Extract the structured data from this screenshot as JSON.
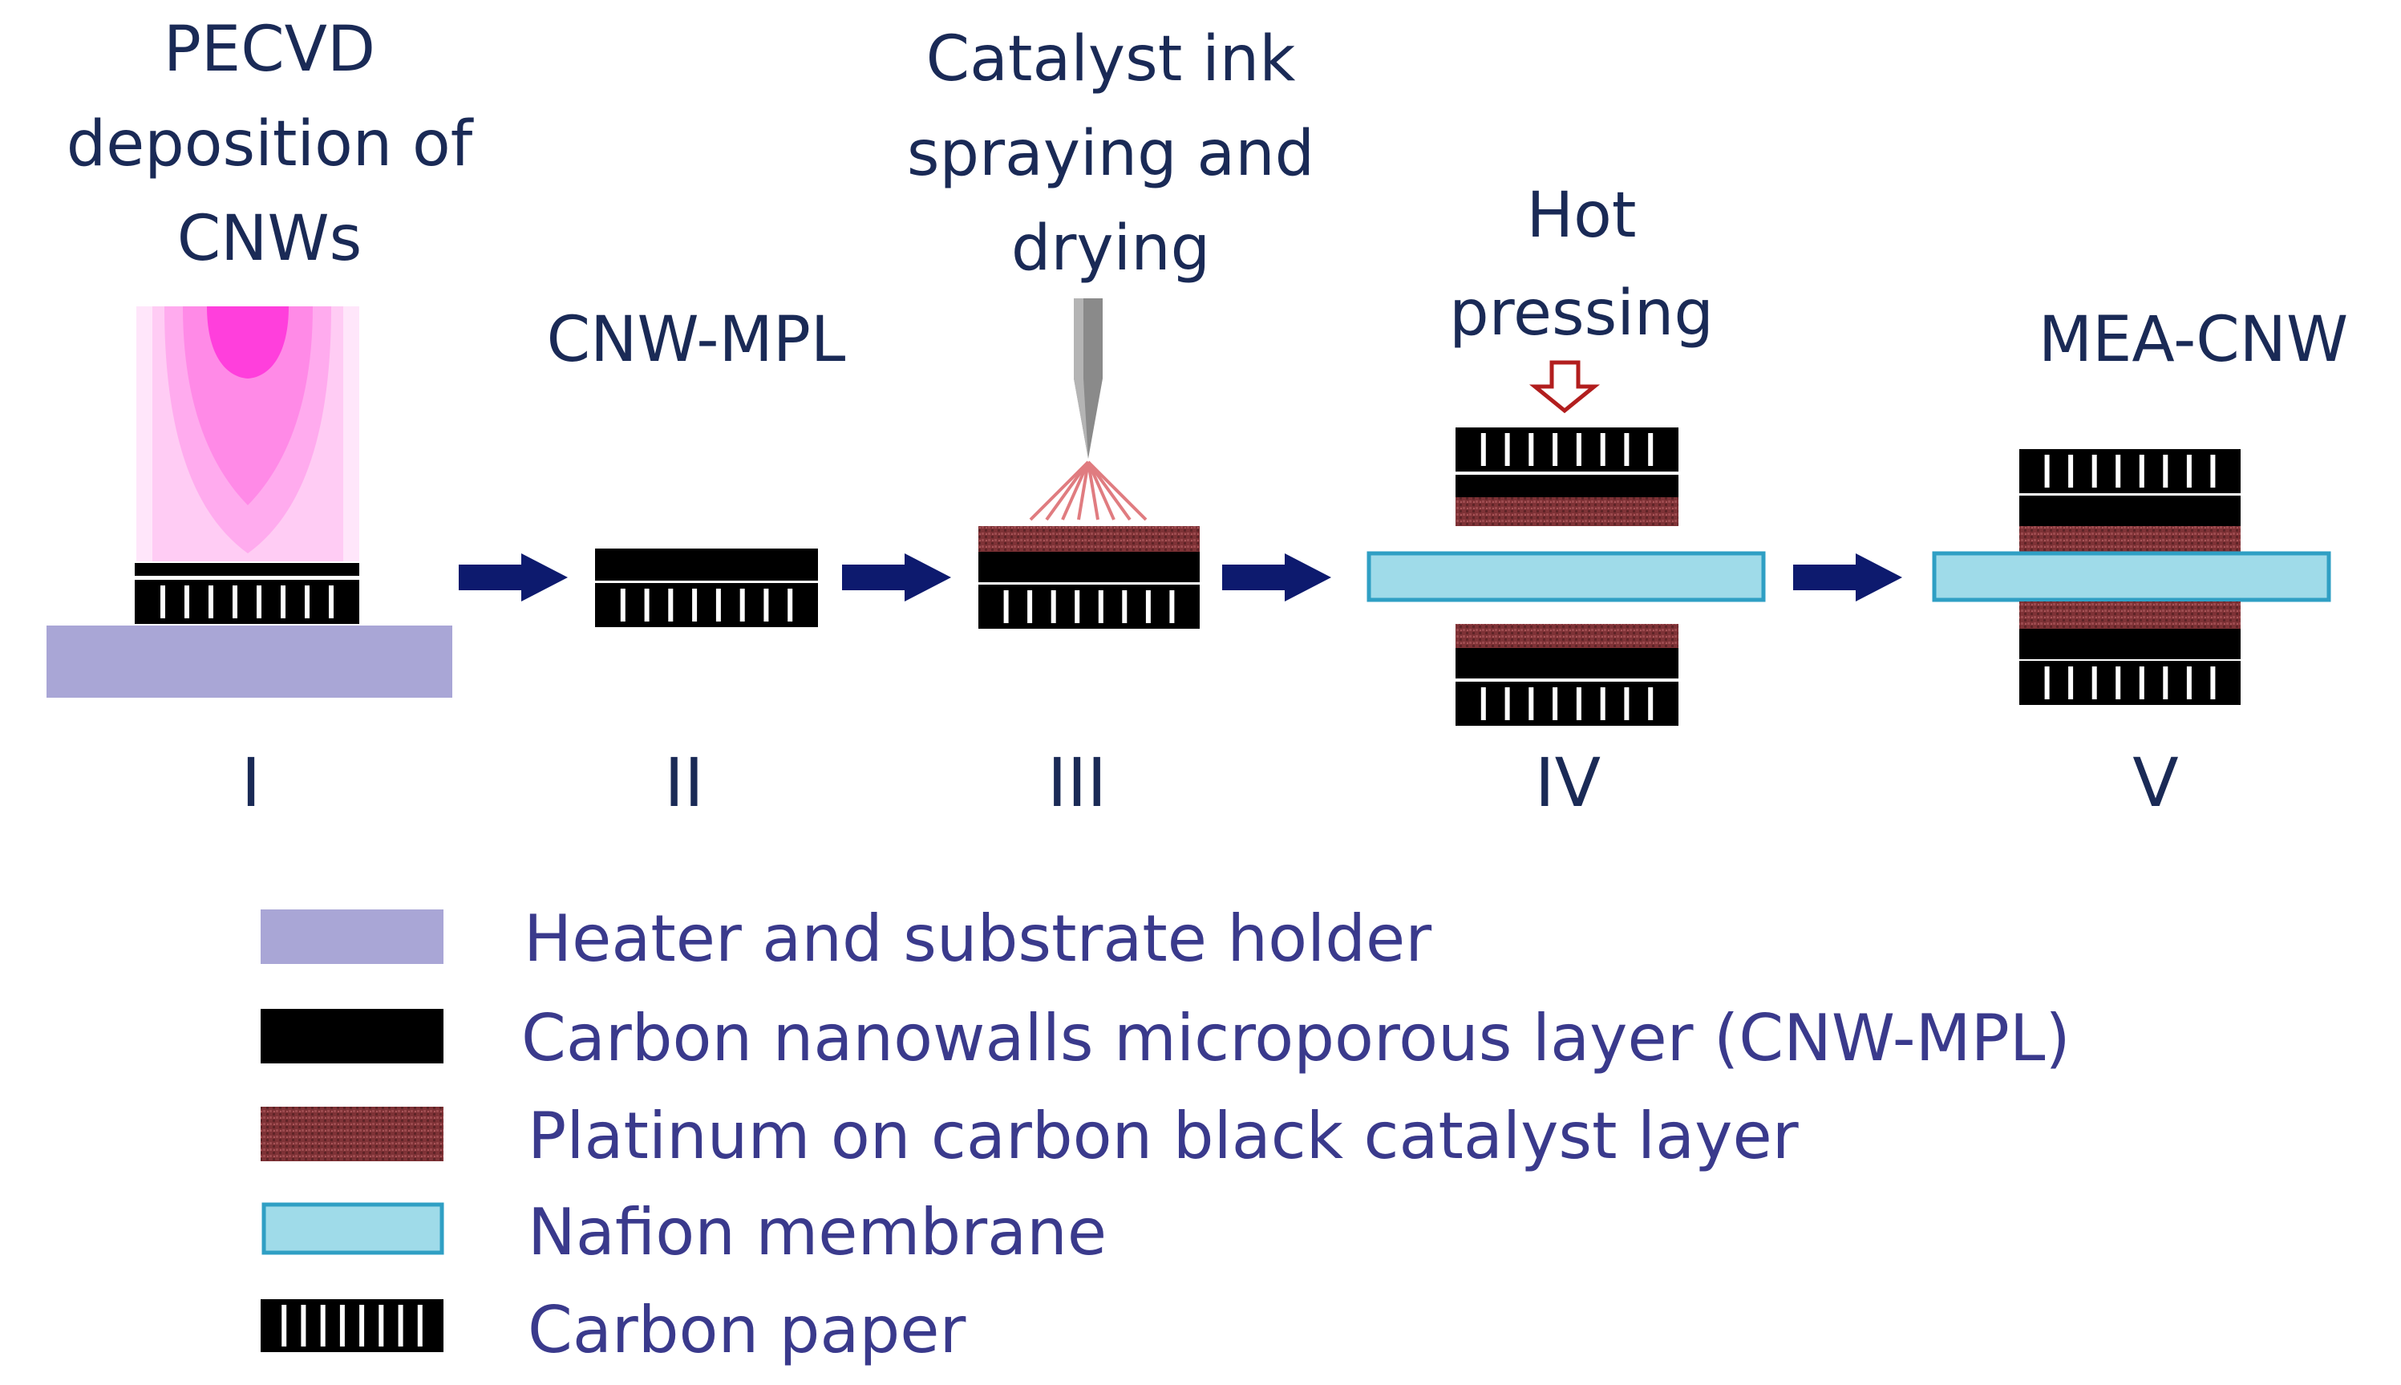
{
  "steps": [
    {
      "title_lines": [
        "PECVD",
        "deposition of",
        "CNWs"
      ],
      "numeral": "I"
    },
    {
      "title_lines": [
        "CNW-MPL"
      ],
      "numeral": "II"
    },
    {
      "title_lines": [
        "Catalyst ink",
        "spraying and",
        "drying"
      ],
      "numeral": "III"
    },
    {
      "title_lines": [
        "Hot",
        "pressing"
      ],
      "numeral": "IV"
    },
    {
      "title_lines": [
        "MEA-CNW"
      ],
      "numeral": "V"
    }
  ],
  "legend": [
    {
      "label": "Heater and substrate holder",
      "swatch": "heater"
    },
    {
      "label": "Carbon nanowalls microporous layer (CNW-MPL)",
      "swatch": "mpl"
    },
    {
      "label": "Platinum on carbon black catalyst layer",
      "swatch": "catalyst"
    },
    {
      "label": "Nafion membrane",
      "swatch": "nafion"
    },
    {
      "label": "Carbon paper",
      "swatch": "paper"
    }
  ],
  "colors": {
    "title_text": "#1a2a56",
    "legend_text": "#3a3a8c",
    "arrow": "#0d1a6e",
    "heater": "#a9a6d6",
    "mpl": "#000000",
    "catalyst": "#8b3a3e",
    "nafion_fill": "#9fdbe9",
    "nafion_stroke": "#2f9fc4",
    "plasma": "#ff5ae6",
    "spray": "#e07c80",
    "press_arrow": "#b21e1e"
  },
  "icons": [
    "right-arrow-icon",
    "press-down-arrow-icon",
    "spray-nozzle-icon",
    "plasma-glow-icon"
  ]
}
